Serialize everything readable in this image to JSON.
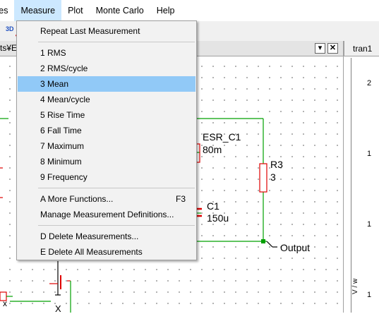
{
  "menubar": {
    "items": [
      "ces",
      "Measure",
      "Plot",
      "Monte Carlo",
      "Help"
    ]
  },
  "toolbar": {
    "badge_3d": "3D"
  },
  "doc_window": {
    "title": "ts¥E"
  },
  "plot_window": {
    "title": "tran1",
    "y_ticks": [
      "2",
      "1",
      "1",
      "1"
    ],
    "y_axis_label": "V / w"
  },
  "schematic": {
    "esr_name": "ESR_C1",
    "esr_value": "80m",
    "r3_name": "R3",
    "r3_value": "3",
    "c1_name": "C1",
    "c1_value": "150u",
    "output_label": "Output",
    "partial_label_a": "x",
    "partial_label_b": "X"
  },
  "measure_menu": {
    "items": [
      {
        "label": "Repeat Last Measurement",
        "shortcut": ""
      },
      {
        "label": "1 RMS",
        "shortcut": ""
      },
      {
        "label": "2 RMS/cycle",
        "shortcut": ""
      },
      {
        "label": "3 Mean",
        "shortcut": ""
      },
      {
        "label": "4 Mean/cycle",
        "shortcut": ""
      },
      {
        "label": "5 Rise Time",
        "shortcut": ""
      },
      {
        "label": "6 Fall Time",
        "shortcut": ""
      },
      {
        "label": "7 Maximum",
        "shortcut": ""
      },
      {
        "label": "8 Minimum",
        "shortcut": ""
      },
      {
        "label": "9 Frequency",
        "shortcut": ""
      },
      {
        "label": "A More Functions...",
        "shortcut": "F3"
      },
      {
        "label": "Manage Measurement Definitions...",
        "shortcut": ""
      },
      {
        "label": "D Delete Measurements...",
        "shortcut": ""
      },
      {
        "label": "E Delete All Measurements",
        "shortcut": ""
      }
    ],
    "highlight_color": "#91c9f7"
  },
  "colors": {
    "wire": "#00a000",
    "component": "#e00000",
    "junction": "#00a000"
  }
}
